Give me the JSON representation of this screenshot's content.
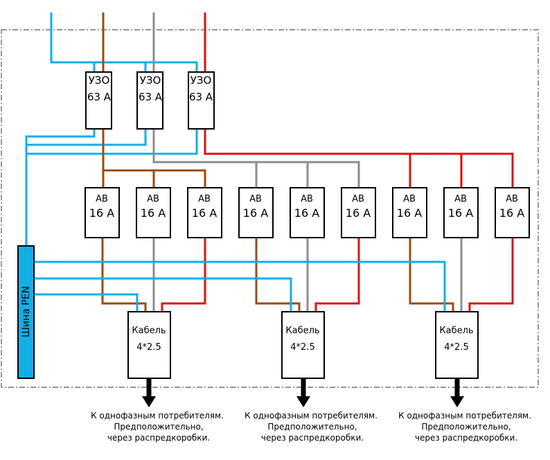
{
  "uzo": [
    {
      "name": "УЗО",
      "rating": "63 А"
    },
    {
      "name": "УЗО",
      "rating": "63 А"
    },
    {
      "name": "УЗО",
      "rating": "63 А"
    }
  ],
  "breakers": [
    {
      "name": "АВ",
      "rating": "16 А"
    },
    {
      "name": "АВ",
      "rating": "16 А"
    },
    {
      "name": "АВ",
      "rating": "16 А"
    },
    {
      "name": "АВ",
      "rating": "16 А"
    },
    {
      "name": "АВ",
      "rating": "16 А"
    },
    {
      "name": "АВ",
      "rating": "16 А"
    },
    {
      "name": "АВ",
      "rating": "16 А"
    },
    {
      "name": "АВ",
      "rating": "16 А"
    },
    {
      "name": "АВ",
      "rating": "16 А"
    }
  ],
  "cables": [
    {
      "name": "Кабель",
      "spec": "4*2.5"
    },
    {
      "name": "Кабель",
      "spec": "4*2.5"
    },
    {
      "name": "Кабель",
      "spec": "4*2.5"
    }
  ],
  "pen_bus": {
    "label": "Шина PEN"
  },
  "outputs": [
    {
      "line1": "К однофазным потребителям.",
      "line2": "Предположительно,",
      "line3": "через распредкоробки."
    },
    {
      "line1": "К однофазным потребителям.",
      "line2": "Предположительно,",
      "line3": "через распредкоробки."
    },
    {
      "line1": "К однофазным потребителям.",
      "line2": "Предположительно,",
      "line3": "через распредкоробки."
    }
  ],
  "colors": {
    "neutral": "#12aee6",
    "phase_brown": "#9b4a12",
    "phase_gray": "#8c8c8c",
    "phase_red": "#e01010",
    "bus_fill": "#12aee6"
  }
}
